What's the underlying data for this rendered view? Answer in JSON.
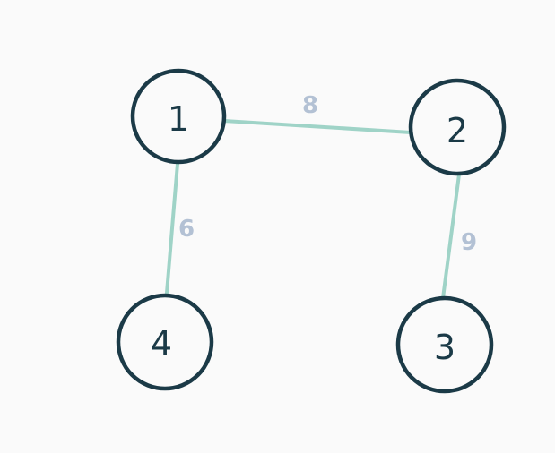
{
  "graph": {
    "colors": {
      "background": "#fafafa",
      "node_stroke": "#1b3a47",
      "node_text": "#1b3a47",
      "edge": "#9fd3c7",
      "weight_text": "#b3c1d4"
    },
    "nodes": [
      {
        "id": "1",
        "label": "1"
      },
      {
        "id": "2",
        "label": "2"
      },
      {
        "id": "3",
        "label": "3"
      },
      {
        "id": "4",
        "label": "4"
      }
    ],
    "edges": [
      {
        "from": "1",
        "to": "2",
        "weight": "8"
      },
      {
        "from": "1",
        "to": "4",
        "weight": "6"
      },
      {
        "from": "2",
        "to": "3",
        "weight": "9"
      }
    ]
  }
}
